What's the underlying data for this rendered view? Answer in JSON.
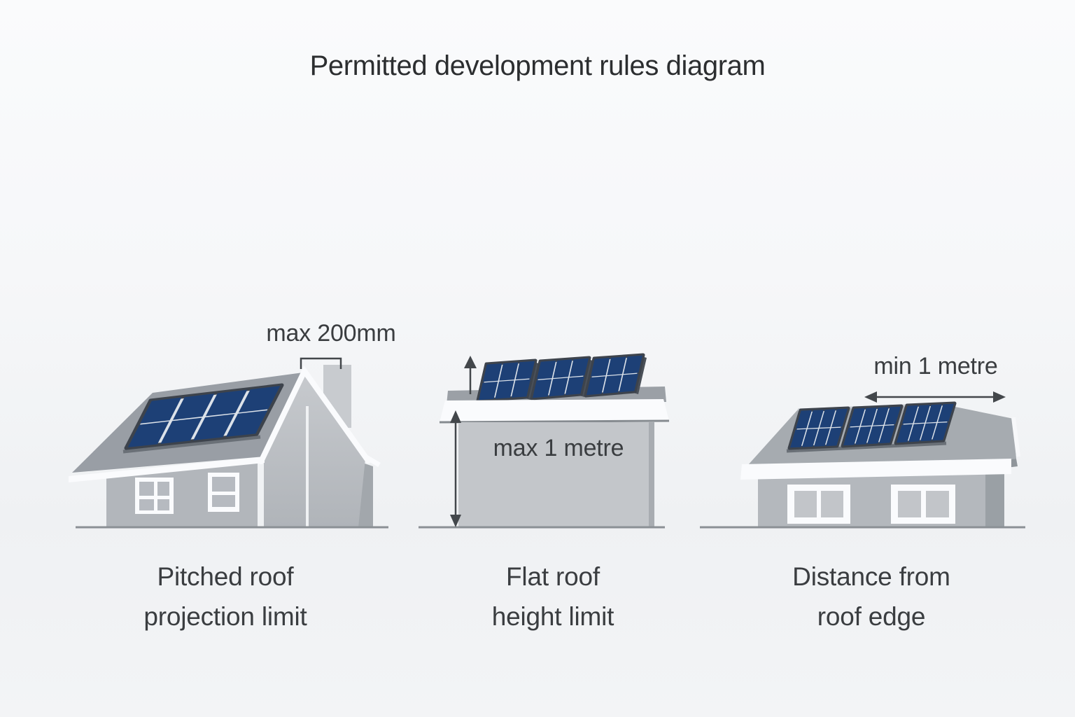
{
  "title": "Permitted development rules diagram",
  "figures": [
    {
      "annotation": "max 200mm",
      "caption": [
        "Pitched roof",
        "projection limit"
      ]
    },
    {
      "annotation": "max 1 metre",
      "caption": [
        "Flat roof",
        "height limit"
      ]
    },
    {
      "annotation": "min 1 metre",
      "caption": [
        "Distance from",
        "roof edge"
      ]
    }
  ],
  "colors": {
    "panel_blue": "#1d4076",
    "panel_frame": "#3d434c",
    "panel_grid": "#dce2e9",
    "roof_gray": "#999ea5",
    "wall_gray": "#b2b6bb",
    "trim_white": "#fafbfd",
    "ground": "#8b9095",
    "arrow": "#43474b",
    "text": "#3a3d40",
    "background_top": "#fafbfc",
    "background_bottom": "#eff1f3"
  }
}
